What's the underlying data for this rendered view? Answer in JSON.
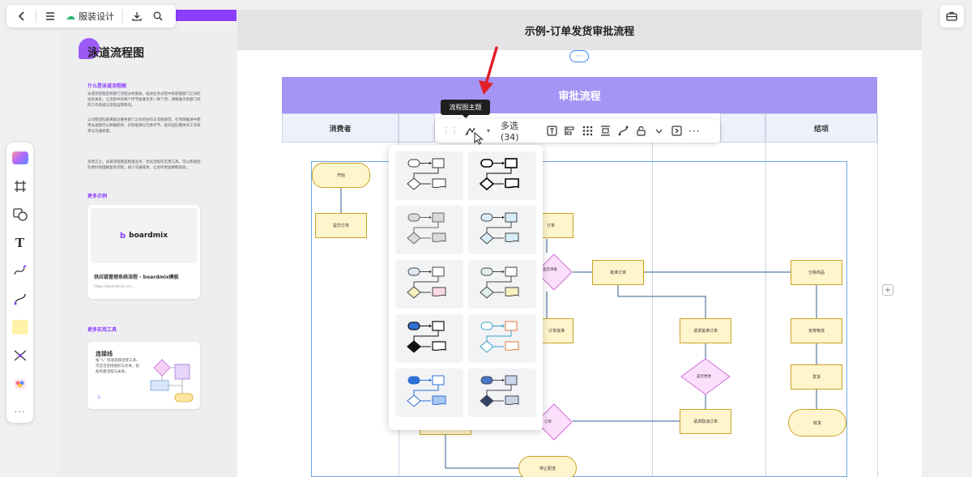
{
  "topbar": {
    "file_name": "服装设计",
    "back_icon": "chevron-left-icon",
    "menu_icon": "hamburger-icon",
    "cloud_icon": "cloud-icon",
    "download_icon": "download-icon",
    "search_icon": "search-icon"
  },
  "right_top": {
    "icon": "briefcase-icon"
  },
  "rail": {
    "tools": [
      "templates-icon",
      "frame-icon",
      "shape-icon",
      "text-icon",
      "pen-icon",
      "connector-icon",
      "sticky-note-icon",
      "mindmap-icon",
      "apps-icon",
      "more-icon"
    ],
    "text_label": "T",
    "more_label": "···"
  },
  "doc": {
    "title": "泳道流程图",
    "section1": "什么是泳道流程图",
    "para1": "泳道流程图是跨部门流程分析图表，描述业务过程中各职能部门之间的协作关系，让流程中的每个环节由谁负责一目了然，清晰展示各部门间的工作衔接与流程运转情况。",
    "para2": "公司和团队越来越注重各部门之间的协作与流程规范，在项目推进中使用泳道图可以明确职责、识别瓶颈与冗余环节，提升团队整体的工作效率与沟通质量。",
    "para3": "总而言之，泳道流程图是梳理业务、优化流程的实用工具，可以帮助团队更好地理解复杂流程，减少沟通成本，让协作更加顺畅高效。",
    "section2": "更多示例",
    "card1_brand": "boardmix",
    "card1_title": "供应链管理系统流程 - boardmix模板",
    "card1_url": "https://boardmix.cn/...",
    "section3": "更多实用工具",
    "card2_title": "连接线",
    "card2_desc": "按 \"L\" 快速选择连接工具，可灵活连接图形与文本，轻松构建流程与关系。"
  },
  "canvas": {
    "title": "示例-订单发货审批流程",
    "swim_title": "审批流程",
    "lanes": [
      "消费者",
      "",
      "",
      "",
      "",
      "结项"
    ],
    "more_dots": "···",
    "add_icon": "+"
  },
  "nodes": {
    "start": "开始",
    "submit": "提交订单",
    "order": "订单",
    "check": "是否审批",
    "approve": "批准订单",
    "allocate": "分拣商品",
    "reject_review": "订单批准",
    "request_approve": "请求批准订单",
    "arrange": "安排物流",
    "decide": "是否更改",
    "ship": "发货",
    "request_cancel": "请求取消订单",
    "delivery": "收货",
    "cancel": "订单",
    "end": "停止配送"
  },
  "floating_toolbar": {
    "drag_icon": "drag-handle-icon",
    "theme_icon": "theme-icon",
    "chevron": "▾",
    "multi_select": "多选 (34)",
    "icons": [
      "text-box-icon",
      "align-icon",
      "grid-icon",
      "distribute-icon",
      "connector-style-icon",
      "lock-icon",
      "chevron-down-icon",
      "embed-icon",
      "more-icon"
    ],
    "more_label": "···"
  },
  "tooltip": "流程图主题",
  "theme_popover": {
    "count": 10,
    "annotation_color": "#e0202a"
  }
}
